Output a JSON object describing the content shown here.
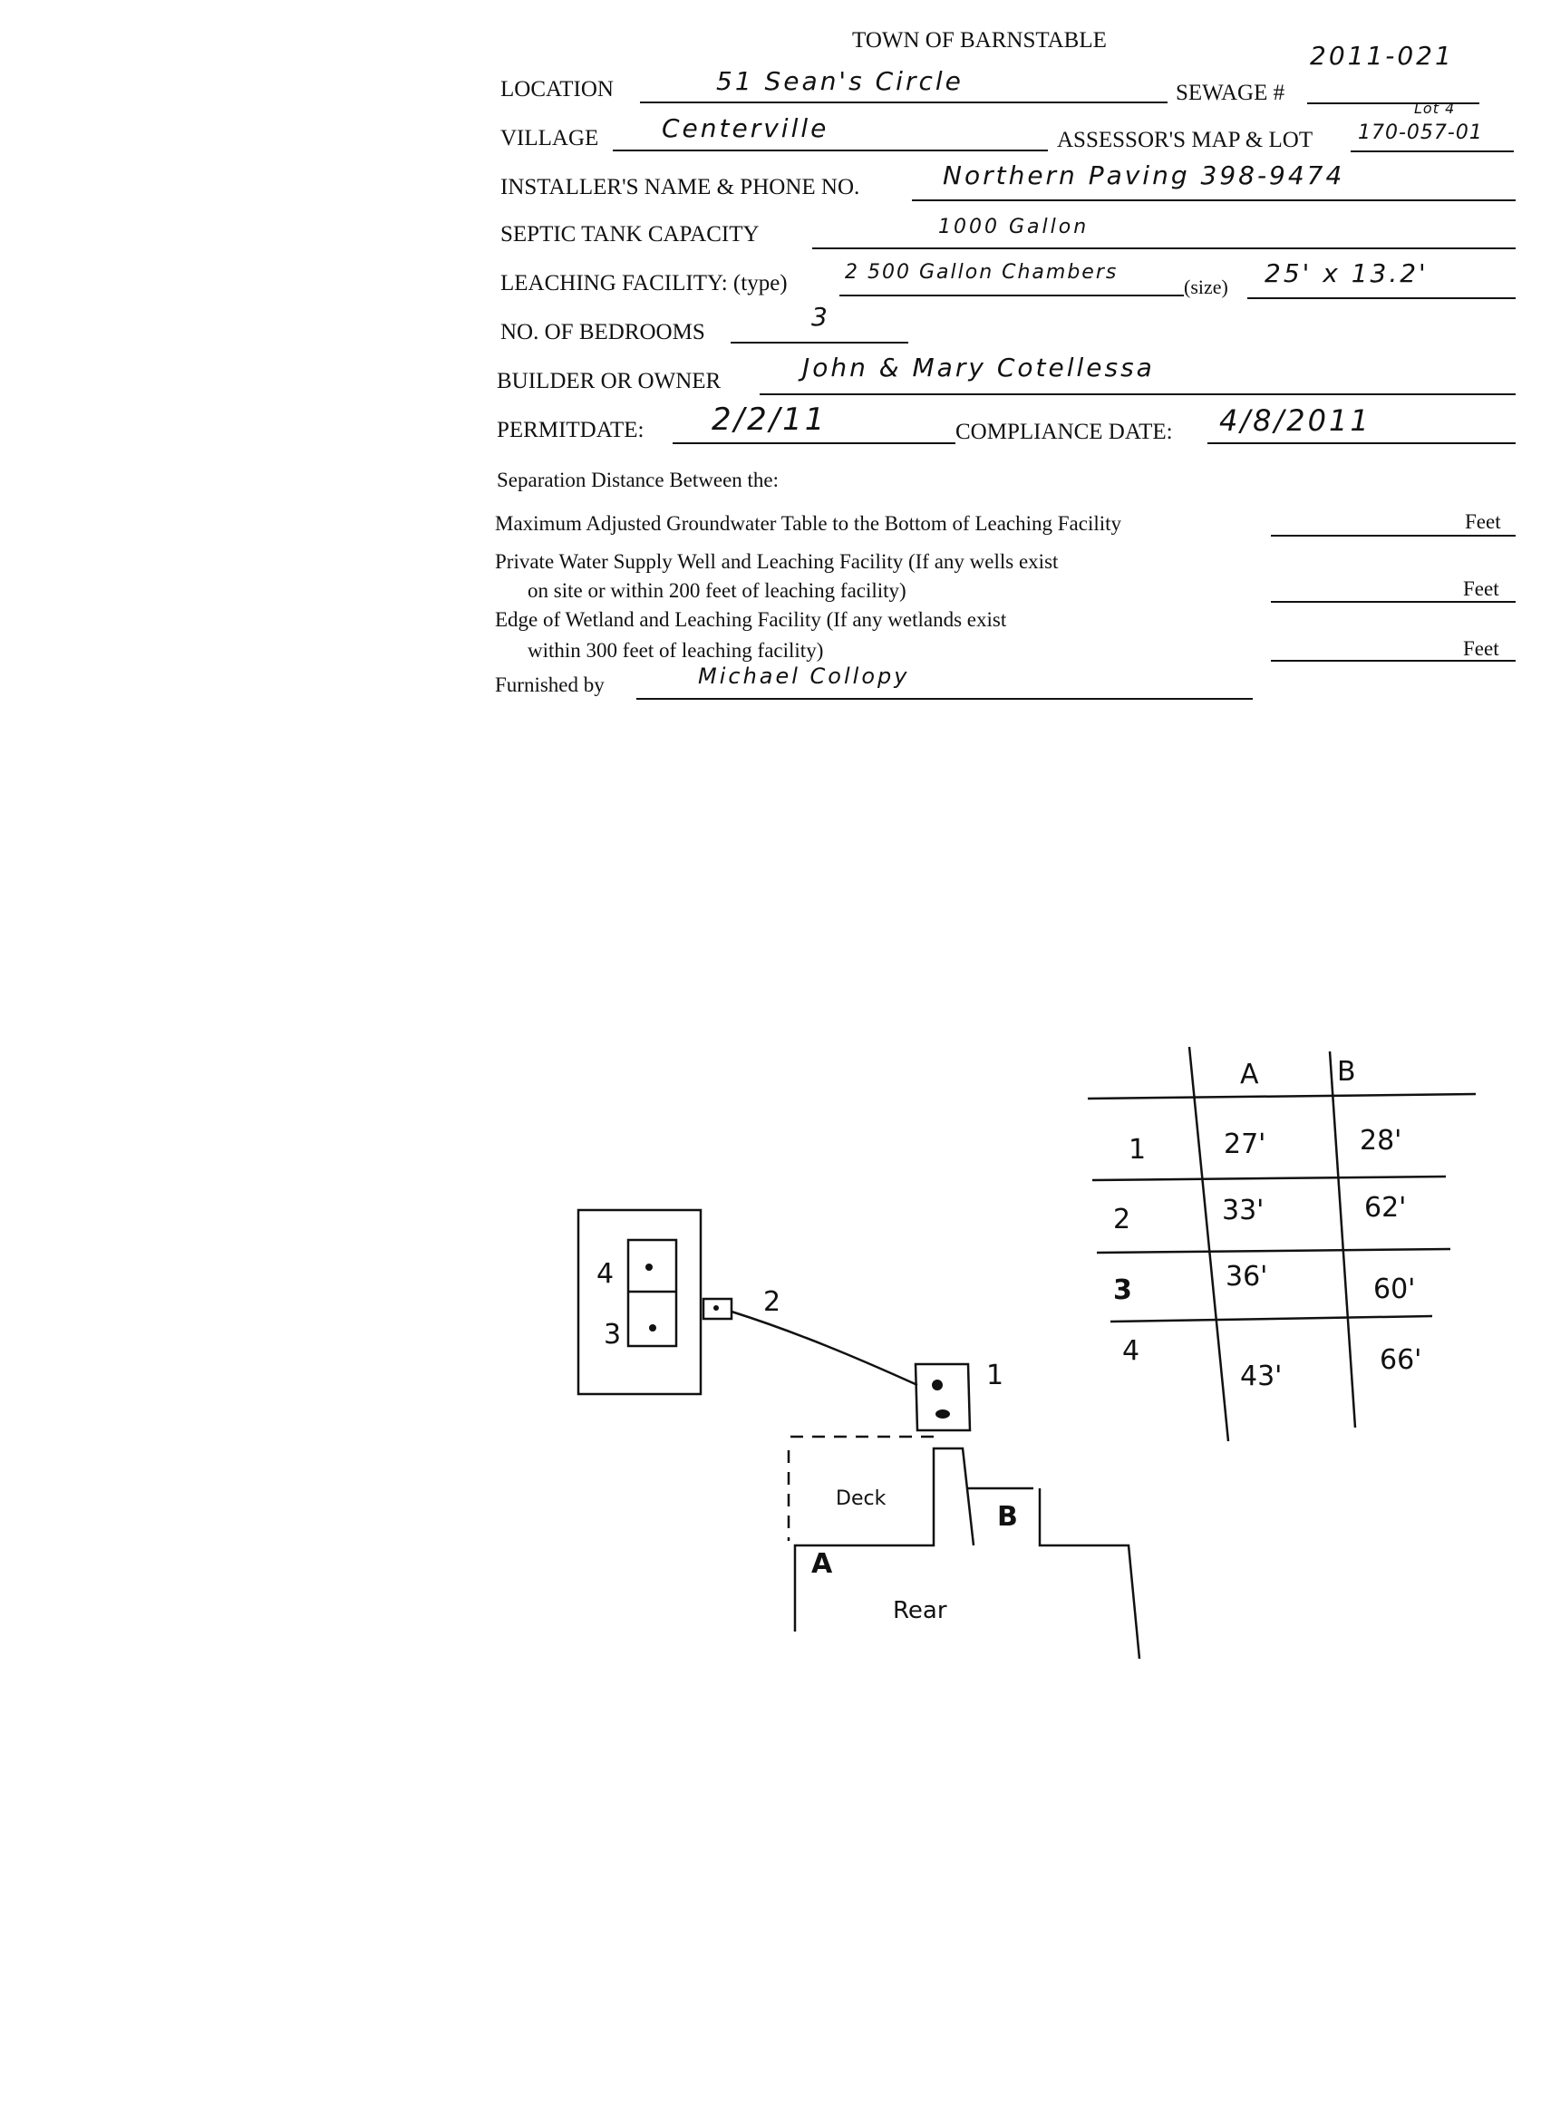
{
  "form": {
    "title": "TOWN OF BARNSTABLE",
    "sewage_number_value": "2011-021",
    "fields": {
      "location": {
        "label": "LOCATION",
        "value": "51 Sean's Circle"
      },
      "sewage": {
        "label": "SEWAGE #"
      },
      "village": {
        "label": "VILLAGE",
        "value": "Centerville"
      },
      "assessor": {
        "label": "ASSESSOR'S MAP & LOT",
        "value": "170-057-01",
        "note": "Lot 4"
      },
      "installer": {
        "label": "INSTALLER'S NAME & PHONE NO.",
        "value": "Northern Paving 398-9474"
      },
      "septic": {
        "label": "SEPTIC TANK CAPACITY",
        "value": "1000 Gallon"
      },
      "leaching": {
        "label": "LEACHING FACILITY: (type)",
        "value": "2 500 Gallon Chambers",
        "size_label": "(size)",
        "size_value": "25' x 13.2'"
      },
      "bedrooms": {
        "label": "NO. OF BEDROOMS",
        "value": "3"
      },
      "owner": {
        "label": "BUILDER OR OWNER",
        "value": "John & Mary Cotellessa"
      },
      "permit_date": {
        "label": "PERMITDATE:",
        "value": "2/2/11"
      },
      "compliance_date": {
        "label": "COMPLIANCE DATE:",
        "value": "4/8/2011"
      }
    },
    "separation": {
      "heading": "Separation Distance Between the:",
      "groundwater": {
        "text": "Maximum Adjusted Groundwater Table to the Bottom of Leaching Facility",
        "unit": "Feet"
      },
      "well": {
        "line1": "Private Water Supply Well and Leaching Facility  (If any wells exist",
        "line2": "on site or within 200 feet of leaching facility)",
        "unit": "Feet"
      },
      "wetland": {
        "line1": "Edge of Wetland and Leaching Facility (If any wetlands exist",
        "line2": "within 300 feet of leaching facility)",
        "unit": "Feet"
      }
    },
    "furnished": {
      "label": "Furnished by",
      "value": "Michael Collopy"
    }
  },
  "sketch": {
    "labels": {
      "chamber_4": "4",
      "chamber_3": "3",
      "point_2": "2",
      "point_1": "1",
      "deck": "Deck",
      "corner_a": "A",
      "corner_b": "B",
      "rear": "Rear"
    },
    "table": {
      "headers": [
        "A",
        "B"
      ],
      "rows": [
        {
          "n": "1",
          "a": "27'",
          "b": "28'"
        },
        {
          "n": "2",
          "a": "33'",
          "b": "62'"
        },
        {
          "n": "3",
          "a": "36'",
          "b": "60'"
        },
        {
          "n": "4",
          "a": "43'",
          "b": "66'"
        }
      ]
    }
  }
}
